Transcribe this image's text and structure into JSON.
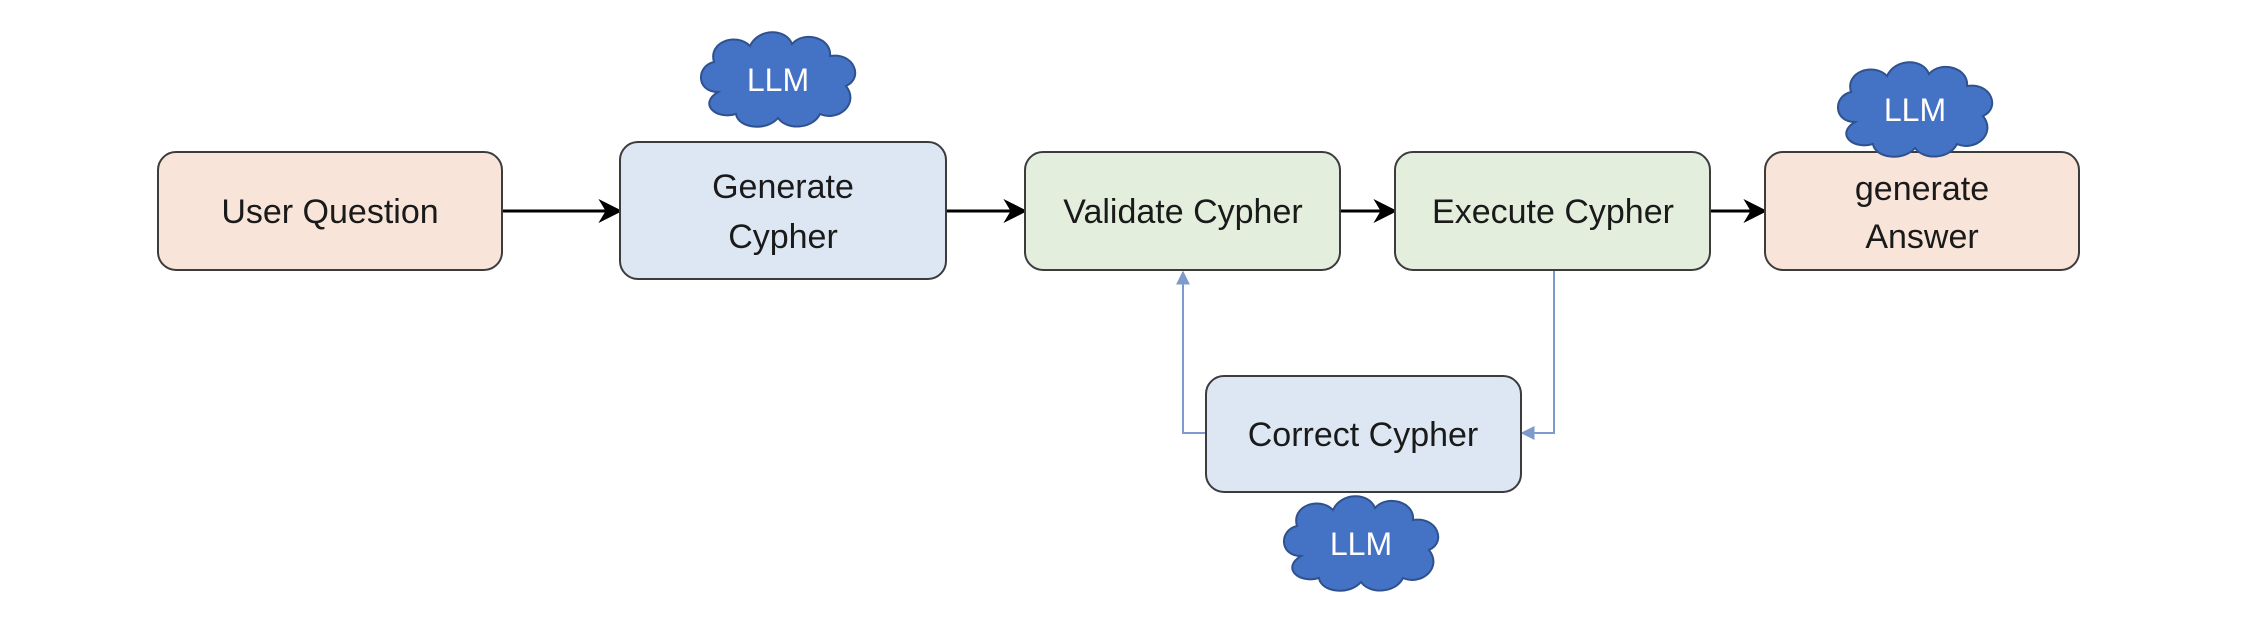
{
  "diagram": {
    "nodes": {
      "user_question": {
        "label_lines": [
          "User Question"
        ],
        "fill": "#f8e4d8"
      },
      "generate_cypher": {
        "label_lines": [
          "Generate",
          "Cypher"
        ],
        "fill": "#dde7f3"
      },
      "validate_cypher": {
        "label_lines": [
          "Validate Cypher"
        ],
        "fill": "#e4eedc"
      },
      "execute_cypher": {
        "label_lines": [
          "Execute Cypher"
        ],
        "fill": "#e4eedc"
      },
      "generate_answer": {
        "label_lines": [
          "generate",
          "Answer"
        ],
        "fill": "#f8e4d8"
      },
      "correct_cypher": {
        "label_lines": [
          "Correct Cypher"
        ],
        "fill": "#dde7f3"
      }
    },
    "llm_badges": [
      {
        "label": "LLM",
        "attached_to": "generate_cypher"
      },
      {
        "label": "LLM",
        "attached_to": "generate_answer"
      },
      {
        "label": "LLM",
        "attached_to": "correct_cypher"
      }
    ],
    "edges": [
      {
        "from": "user_question",
        "to": "generate_cypher",
        "style": "main"
      },
      {
        "from": "generate_cypher",
        "to": "validate_cypher",
        "style": "main"
      },
      {
        "from": "validate_cypher",
        "to": "execute_cypher",
        "style": "main"
      },
      {
        "from": "execute_cypher",
        "to": "generate_answer",
        "style": "main"
      },
      {
        "from": "execute_cypher",
        "to": "correct_cypher",
        "style": "feedback"
      },
      {
        "from": "correct_cypher",
        "to": "validate_cypher",
        "style": "feedback"
      }
    ],
    "colors": {
      "node_border": "#3c3c3c",
      "main_arrow": "#000000",
      "feedback_arrow": "#7f9bc9",
      "cloud_fill": "#4472c4",
      "cloud_stroke": "#2f528f"
    }
  }
}
